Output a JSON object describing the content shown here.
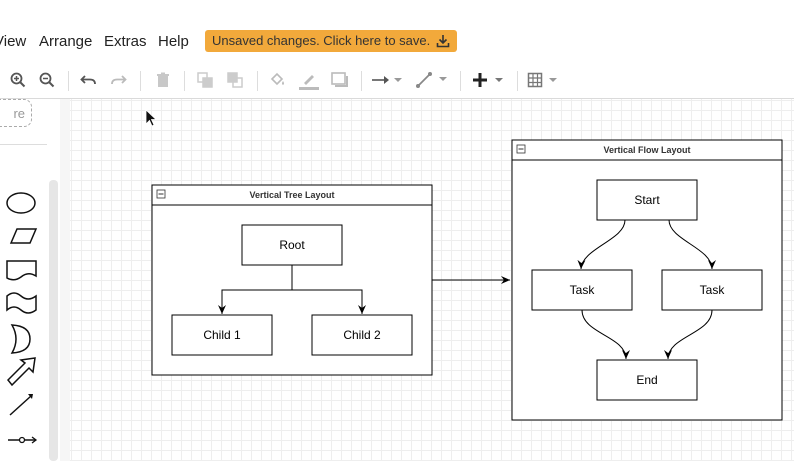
{
  "menu": {
    "view": "View",
    "arrange": "Arrange",
    "extras": "Extras",
    "help": "Help",
    "unsaved_notice": "Unsaved changes. Click here to save."
  },
  "sidebar": {
    "search_placeholder": "re"
  },
  "diagram": {
    "tree": {
      "title": "Vertical Tree Layout",
      "root": "Root",
      "child1": "Child 1",
      "child2": "Child 2"
    },
    "flow": {
      "title": "Vertical Flow Layout",
      "start": "Start",
      "task_left": "Task",
      "task_right": "Task",
      "end": "End"
    }
  },
  "colors": {
    "unsaved_bg": "#f2a93b",
    "grid": "#eeeeee",
    "stroke": "#000000"
  }
}
